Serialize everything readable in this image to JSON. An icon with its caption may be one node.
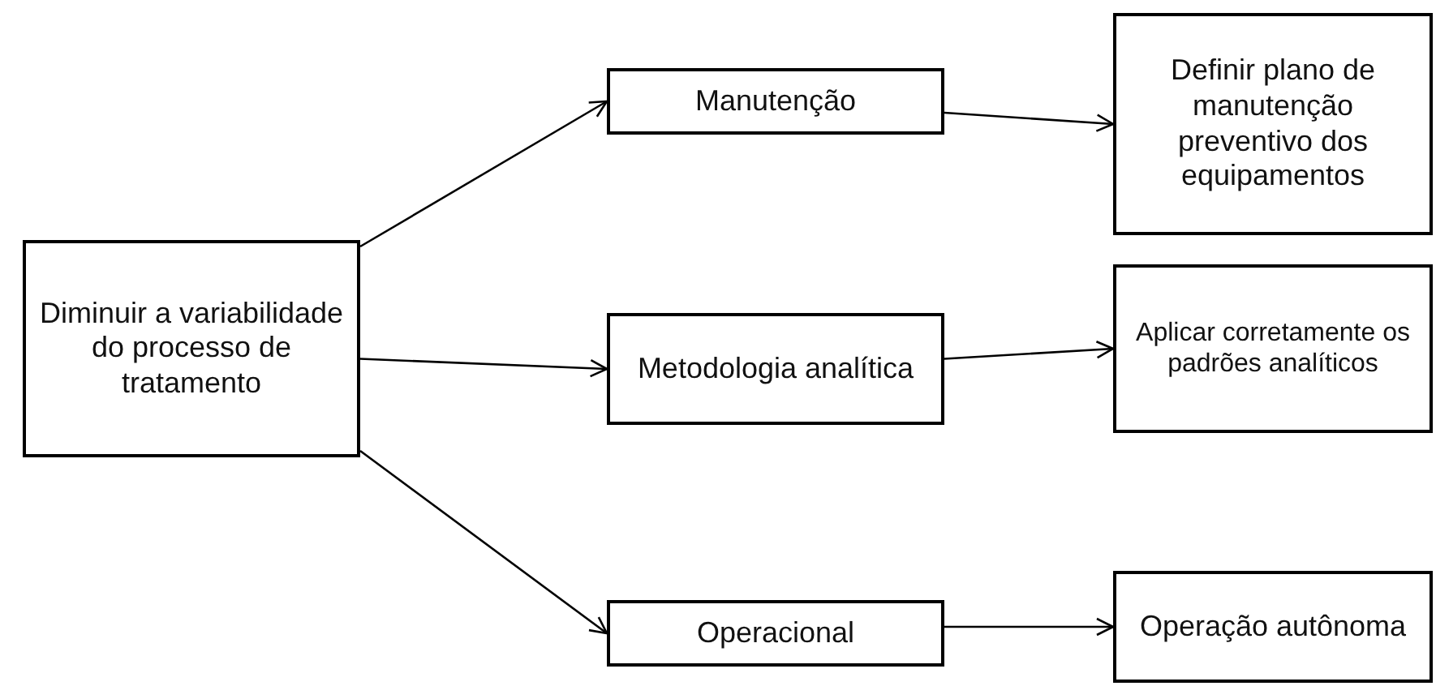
{
  "diagram": {
    "nodes": [
      {
        "text": [
          "Diminuir a variabilidade do processo de tratamento"
        ]
      },
      {
        "text": [
          "Manutenção"
        ]
      },
      {
        "text": [
          "Metodologia analítica"
        ]
      },
      {
        "text": [
          "Operacional"
        ]
      },
      {
        "text": [
          "Definir plano de manutenção preventivo dos equipamentos"
        ]
      },
      {
        "text": [
          "Aplicar corretamente os padrões analíticos"
        ]
      },
      {
        "text": [
          "Operação autônoma"
        ]
      }
    ],
    "edges": [
      {
        "from": 0,
        "to": 1,
        "arrow": "to"
      },
      {
        "from": 0,
        "to": 2,
        "arrow": "to"
      },
      {
        "from": 0,
        "to": 3,
        "arrow": "to"
      },
      {
        "from": 1,
        "to": 4,
        "arrow": "to"
      },
      {
        "from": 2,
        "to": 5,
        "arrow": "to"
      },
      {
        "from": 3,
        "to": 6,
        "arrow": "to"
      }
    ]
  }
}
